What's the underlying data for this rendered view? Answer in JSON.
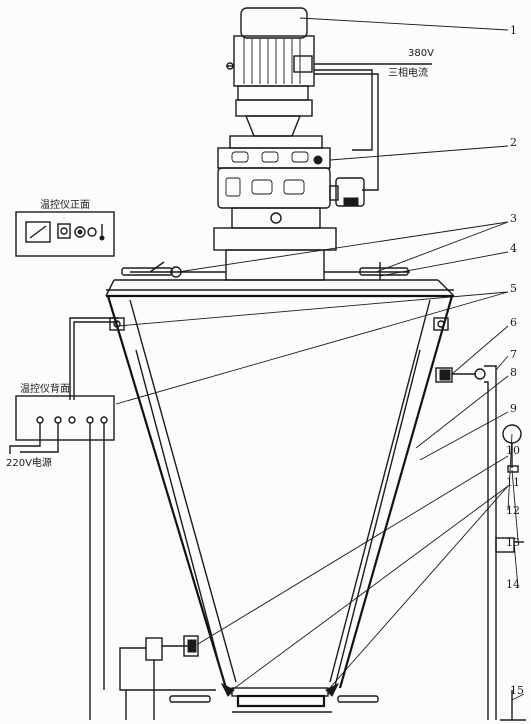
{
  "labels": {
    "voltage_380": "380V",
    "three_phase": "三相电流",
    "panel_front": "温控仪正面",
    "panel_back": "温控仪背面",
    "power_220": "220V电源"
  },
  "part_numbers": [
    "1",
    "2",
    "3",
    "4",
    "5",
    "6",
    "7",
    "8",
    "9",
    "10",
    "11",
    "12",
    "13",
    "14",
    "15"
  ]
}
